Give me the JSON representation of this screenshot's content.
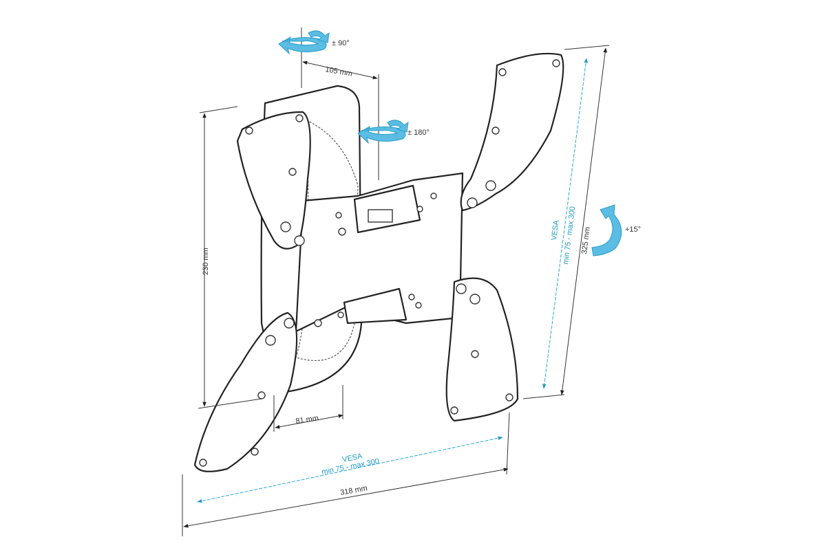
{
  "rotation": {
    "swivel_top": "± 90°",
    "swivel_mid": "± 180°",
    "tilt": "+15°"
  },
  "dimensions": {
    "arm_spacing": "105 mm",
    "height": "230 mm",
    "bracket_width": "81 mm",
    "width": "318 mm",
    "diag_height": "325 mm"
  },
  "vesa": {
    "title": "VESA",
    "range": "min 75 - max 300"
  },
  "colors": {
    "accent": "#2aa6cf",
    "line": "#222222"
  }
}
